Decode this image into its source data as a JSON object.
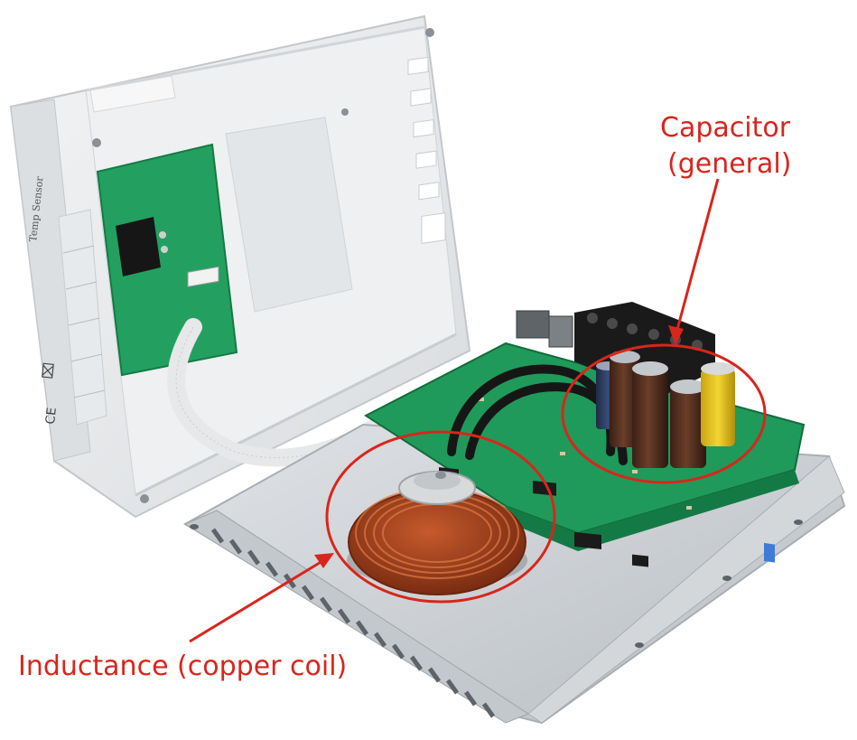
{
  "labels": {
    "capacitor_line1": "Capacitor",
    "capacitor_line2": "(general)",
    "inductance": "Inductance (copper coil)"
  },
  "enclosure_text": {
    "side": "Temp Sensor"
  },
  "colors": {
    "annotation": "#d9251c",
    "enclosure": "#e9ecee",
    "pcb": "#1f9a5a",
    "heatsink": "#c7ccd0",
    "copper": "#a4421f",
    "terminal_block": "#1a1a1a",
    "capacitor_brown": "#4a2a1d",
    "capacitor_yellow": "#e8c41c"
  }
}
